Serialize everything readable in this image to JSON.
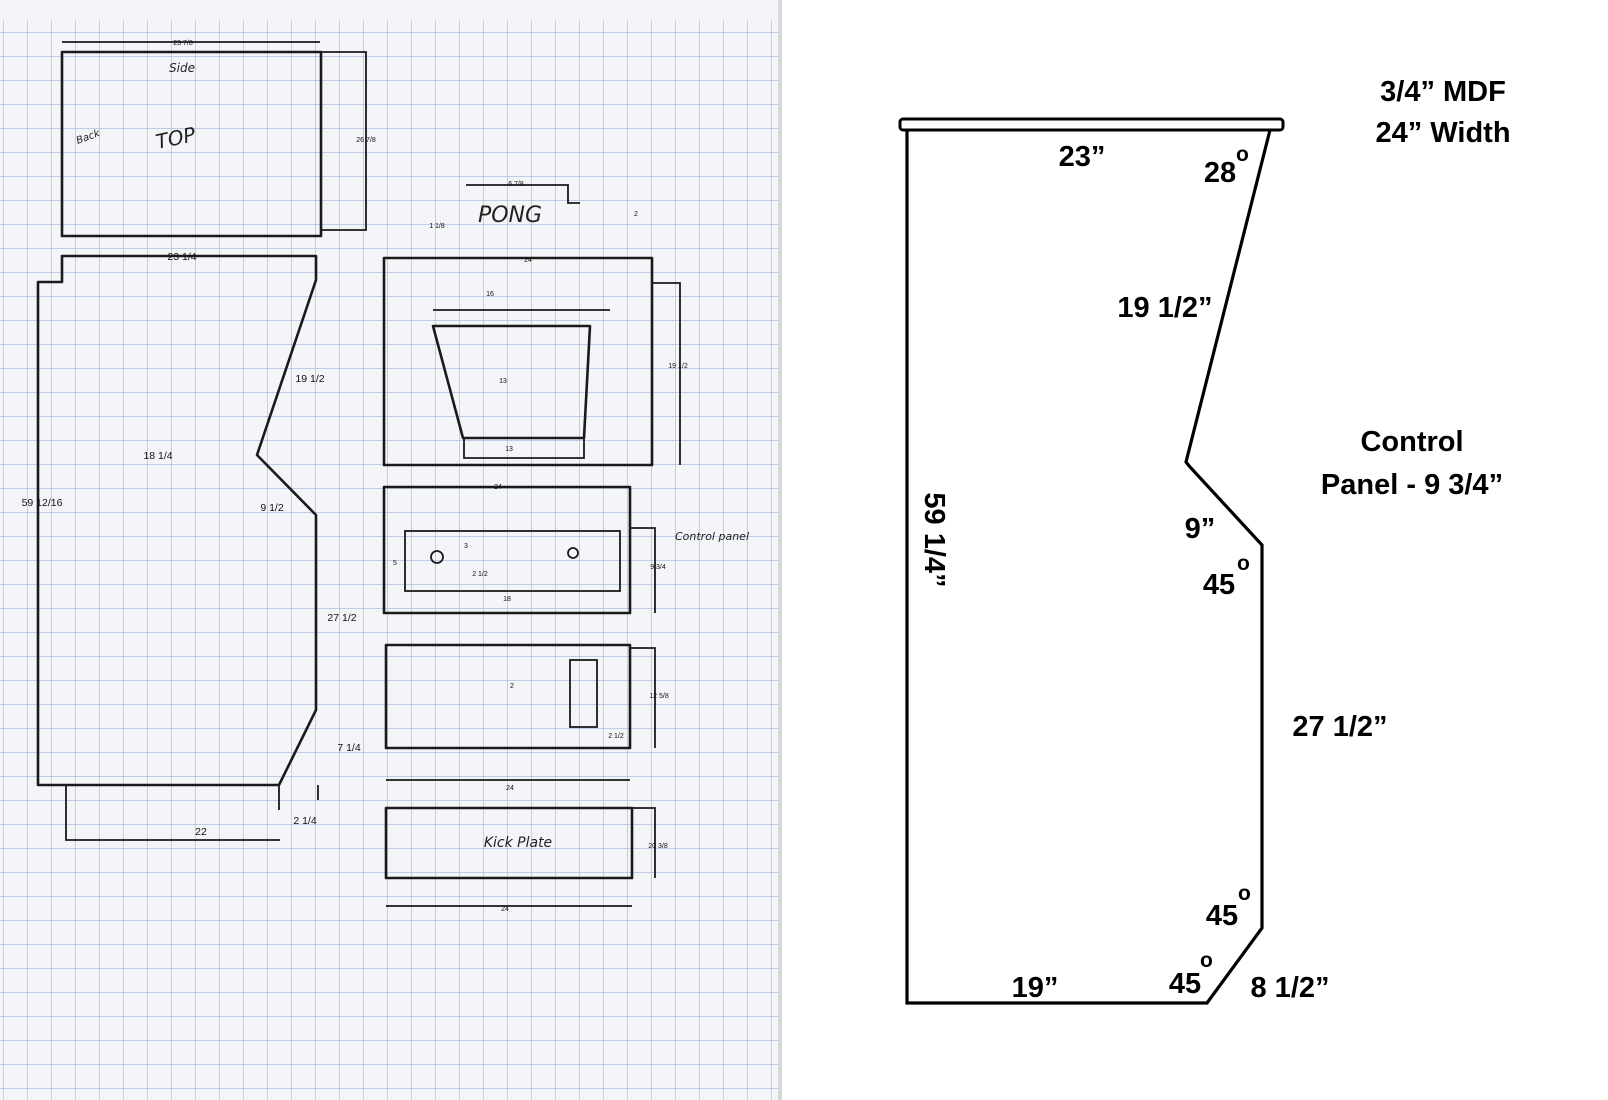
{
  "sketch": {
    "top_panel": {
      "title": "TOP",
      "side_label": "Side",
      "back_label": "Back",
      "width": "23 7/8",
      "depth": "26 7/8"
    },
    "side_panel": {
      "top": "23 1/4",
      "upper_depth": "18 1/4",
      "screen_slant": "19 1/2",
      "control_panel": "9 1/2",
      "height": "59 12/16",
      "front": "27 1/2",
      "kick": "7 1/4",
      "bottom": "22",
      "kick_offset": "2 1/4"
    },
    "screen_panel": {
      "marquee": "PONG",
      "marquee_width": "6 7/8",
      "marquee_offset": "1 1/8",
      "marquee_height": "2",
      "width": "24",
      "opening_top": "16",
      "opening_height": "13",
      "opening_bottom": "13",
      "height": "19 1/2"
    },
    "control_panel": {
      "label": "Control panel",
      "width": "24",
      "spacing": "3",
      "height_inner": "5",
      "button_offset": "2 1/2",
      "inner_width": "18",
      "depth": "9 3/4"
    },
    "front_panel": {
      "offset": "2",
      "height": "12 5/8",
      "door_offset": "2 1/2",
      "width": "24"
    },
    "kick_plate": {
      "label": "Kick Plate",
      "height": "20 3/8",
      "width": "24"
    }
  },
  "profile": {
    "material": "3/4” MDF",
    "width": "24” Width",
    "top": "23”",
    "top_angle": "28",
    "screen": "19 1/2”",
    "control_title": "Control",
    "control_size": "Panel - 9 3/4”",
    "height": "59 1/4”",
    "control_depth": "9”",
    "angle_upper": "45",
    "front": "27 1/2”",
    "angle_lower": "45",
    "angle_bottom": "45",
    "bottom": "19”",
    "kick": "8 1/2”",
    "degree_symbol": "o"
  }
}
